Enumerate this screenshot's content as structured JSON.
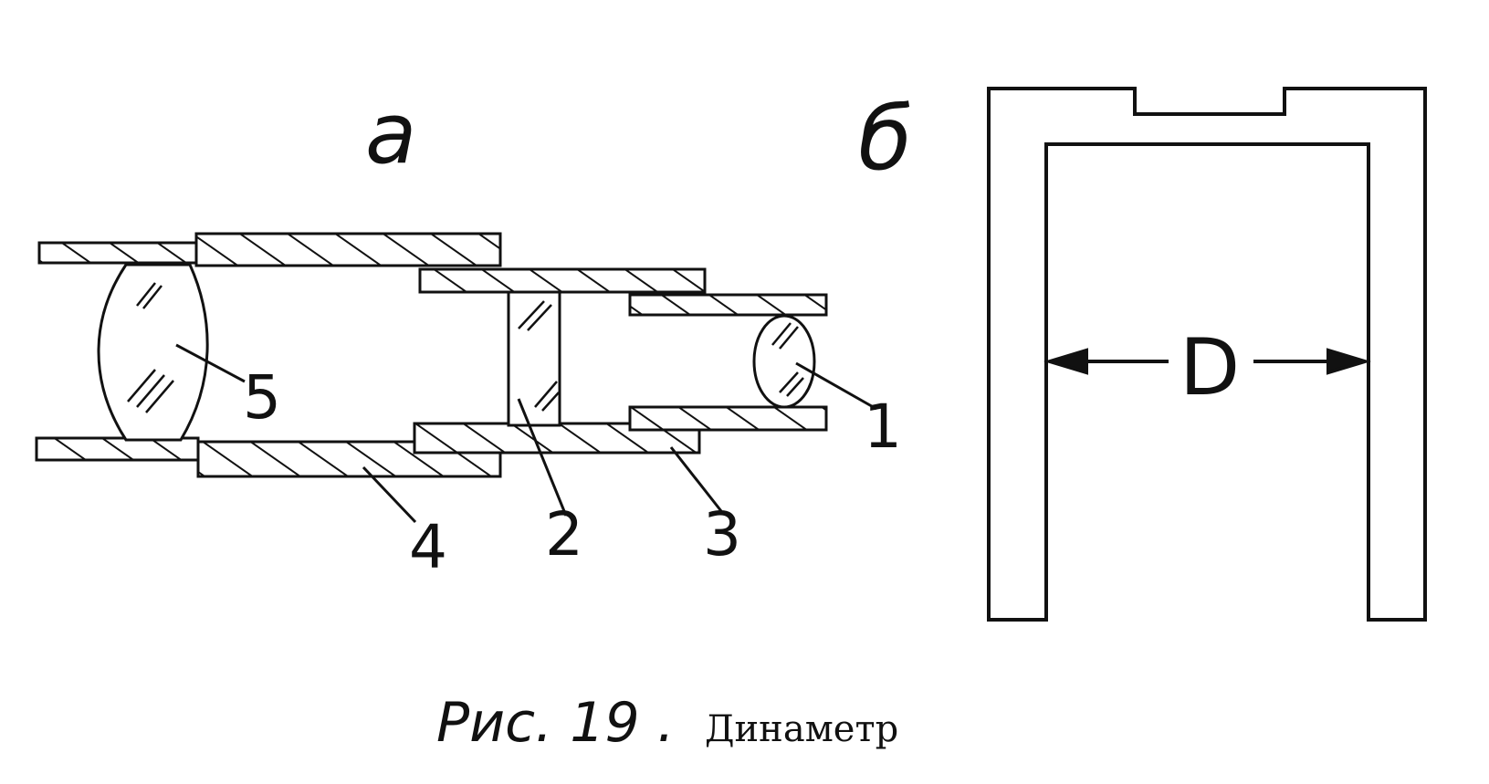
{
  "panels": {
    "a": {
      "label": "a"
    },
    "b": {
      "label": "б"
    }
  },
  "part_numbers": {
    "p1": "1",
    "p2": "2",
    "p3": "3",
    "p4": "4",
    "p5": "5"
  },
  "dimension": {
    "label": "D"
  },
  "caption": {
    "prefix": "Рис. 19 .",
    "title": "Динаметр"
  },
  "colors": {
    "ink": "#111111",
    "paper": "#ffffff"
  }
}
